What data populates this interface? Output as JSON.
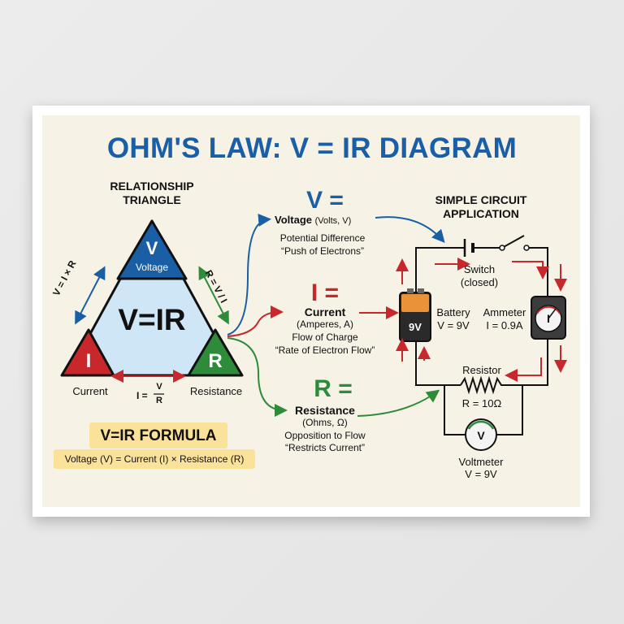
{
  "title": "OHM'S LAW: V = IR DIAGRAM",
  "triangle": {
    "heading_line1": "RELATIONSHIP",
    "heading_line2": "TRIANGLE",
    "center": "V=IR",
    "v_letter": "V",
    "v_label": "Voltage",
    "i_letter": "I",
    "r_letter": "R",
    "current_label": "Current",
    "resistance_label": "Resistance",
    "left_edge": "V = I × R",
    "right_edge": "R = V / I",
    "bottom_lhs": "I =",
    "bottom_num": "V",
    "bottom_den": "R"
  },
  "formula": {
    "heading": "V=IR FORMULA",
    "text": "Voltage (V) = Current (I) × Resistance (R)"
  },
  "definitions": {
    "voltage": {
      "symbol": "V =",
      "name": "Voltage",
      "units": "(Volts, V)",
      "line1": "Potential Difference",
      "line2": "“Push of Electrons”"
    },
    "current": {
      "symbol": "I =",
      "name": "Current",
      "units": "(Amperes, A)",
      "line1": "Flow of Charge",
      "line2": "“Rate of Electron Flow”"
    },
    "resistance": {
      "symbol": "R =",
      "name": "Resistance",
      "units": "(Ohms, Ω)",
      "line1": "Opposition to Flow",
      "line2": "“Restricts Current”"
    }
  },
  "circuit": {
    "heading_line1": "SIMPLE CIRCUIT",
    "heading_line2": "APPLICATION",
    "switch_line1": "Switch",
    "switch_line2": "(closed)",
    "battery_face": "9V",
    "battery_line1": "Battery",
    "battery_line2": "V = 9V",
    "ammeter_letter": "I",
    "ammeter_line1": "Ammeter",
    "ammeter_line2": "I = 0.9A",
    "resistor_line1": "Resistor",
    "resistor_line2": "R = 10Ω",
    "voltmeter_letter": "V",
    "voltmeter_line1": "Voltmeter",
    "voltmeter_line2": "V = 9V"
  },
  "colors": {
    "blue": "#1a5fa6",
    "red": "#c8282b",
    "green": "#2e8b3a",
    "light_blue": "#cfe6f7",
    "highlight": "#fbe29a",
    "background": "#f6f2e6"
  }
}
